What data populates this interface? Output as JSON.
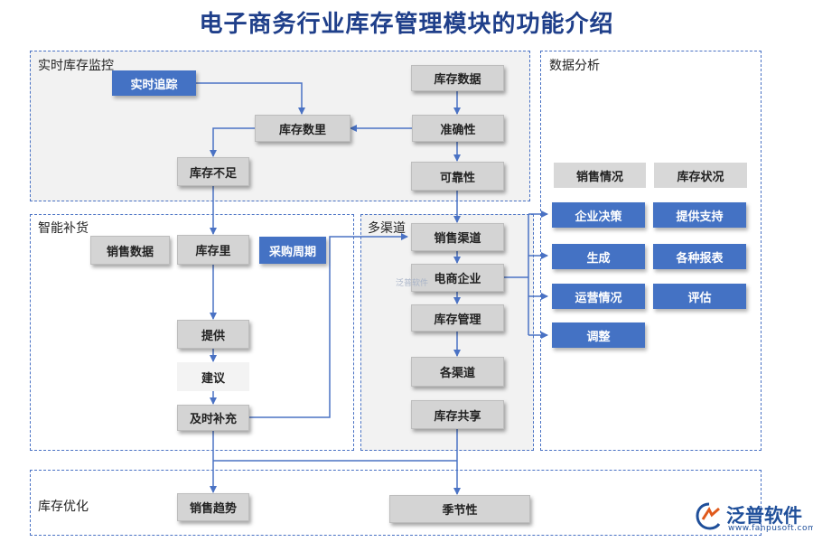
{
  "title": "电子商务行业库存管理模块的功能介绍",
  "panels": {
    "monitor": "实时库存监控",
    "replenish": "智能补货",
    "multichannel": "多渠道",
    "analysis": "数据分析",
    "optimize": "库存优化"
  },
  "nodes": {
    "realtime_tracking": "实时追踪",
    "inventory_data": "库存数据",
    "inventory_qty": "库存数里",
    "accuracy": "准确性",
    "shortage": "库存不足",
    "reliability": "可靠性",
    "sales_data": "销售数据",
    "inventory_amount": "库存里",
    "purchase_cycle": "采购周期",
    "provide": "提供",
    "suggest": "建议",
    "timely_restock": "及时补充",
    "sales_channel": "销售渠道",
    "ecommerce": "电商企业",
    "inventory_mgmt": "库存管理",
    "channels": "各渠道",
    "inventory_share": "库存共享",
    "sales_status": "销售情况",
    "inventory_status": "库存状况",
    "business_decision": "企业决策",
    "provide_support": "提供支持",
    "generate": "生成",
    "reports": "各种报表",
    "operations": "运营情况",
    "evaluate": "评估",
    "adjust": "调整",
    "sales_trend": "销售趋势",
    "seasonality": "季节性"
  },
  "watermark": "泛普软件",
  "logo": {
    "name": "泛普软件",
    "url": "www.fanpusoft.com"
  },
  "colors": {
    "title": "#1f3f8a",
    "accent_blue": "#4472c4",
    "node_grey": "#d4d4d4",
    "connector": "#4a72c4"
  }
}
